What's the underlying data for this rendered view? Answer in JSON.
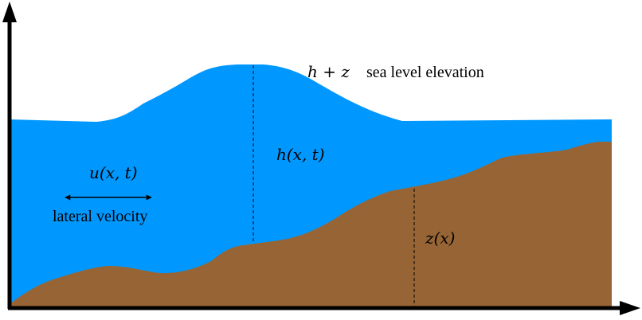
{
  "labels": {
    "sea_level_symbol": "h + z",
    "sea_level_text": "sea level elevation",
    "water_depth": "h(x, t)",
    "velocity_symbol": "u(x, t)",
    "velocity_text": "lateral velocity",
    "bed_elevation": "z(x)"
  },
  "colors": {
    "water": "#0098ff",
    "ground": "#976535",
    "axis": "#000000"
  }
}
